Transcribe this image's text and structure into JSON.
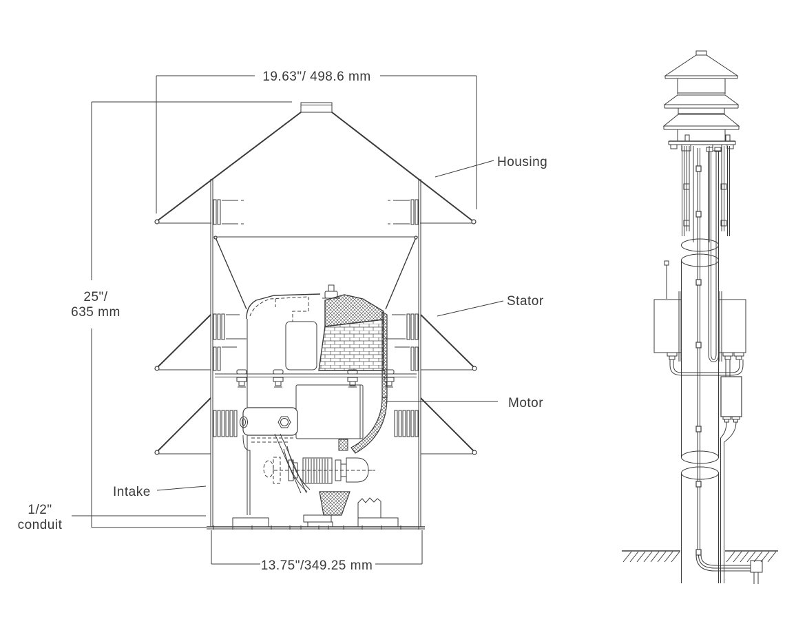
{
  "figure": {
    "background": "#ffffff",
    "line_color": "#3b3b3b",
    "text_color": "#3a3a3a",
    "description": "Outdoor warning siren cross-section and pole-mounted installation drawing"
  },
  "cross_section_view": {
    "dimensions": {
      "top_width": "19.63\"/ 498.6 mm",
      "height_top": "25\"/",
      "height_bottom": "635 mm",
      "bottom_width": "13.75\"/349.25 mm"
    },
    "labels": {
      "housing": "Housing",
      "stator": "Stator",
      "motor": "Motor",
      "intake": "Intake",
      "conduit_top": "1/2\"",
      "conduit_bottom": "conduit"
    }
  }
}
